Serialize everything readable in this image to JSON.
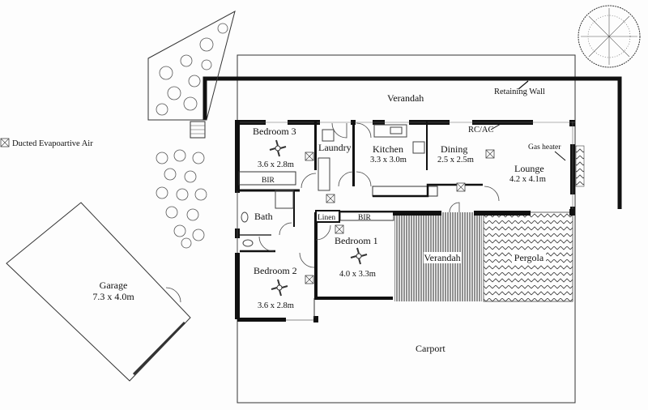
{
  "legend": {
    "icon": "ducted-air-vent-icon",
    "label": "Ducted Evapoartive Air"
  },
  "labels": {
    "verandah_top": "Verandah",
    "retaining_wall": "Retaining Wall",
    "rcac": "RC/AC",
    "gas_heater": "Gas heater",
    "carport": "Carport",
    "verandah_rear": "Verandah",
    "pergola": "Pergola"
  },
  "rooms": {
    "bedroom3": {
      "name": "Bedroom 3",
      "size": "3.6 x 2.8m"
    },
    "laundry": {
      "name": "Laundry"
    },
    "kitchen": {
      "name": "Kitchen",
      "size": "3.3 x 3.0m"
    },
    "dining": {
      "name": "Dining",
      "size": "2.5 x 2.5m"
    },
    "lounge": {
      "name": "Lounge",
      "size": "4.2 x 4.1m"
    },
    "bath": {
      "name": "Bath"
    },
    "linen": {
      "name": "Linen"
    },
    "bir1": {
      "name": "BIR"
    },
    "bir3": {
      "name": "BIR"
    },
    "bedroom1": {
      "name": "Bedroom 1",
      "size": "4.0 x 3.3m"
    },
    "bedroom2": {
      "name": "Bedroom 2",
      "size": "3.6 x 2.8m"
    },
    "garage": {
      "name": "Garage",
      "size": "7.3 x 4.0m"
    }
  }
}
